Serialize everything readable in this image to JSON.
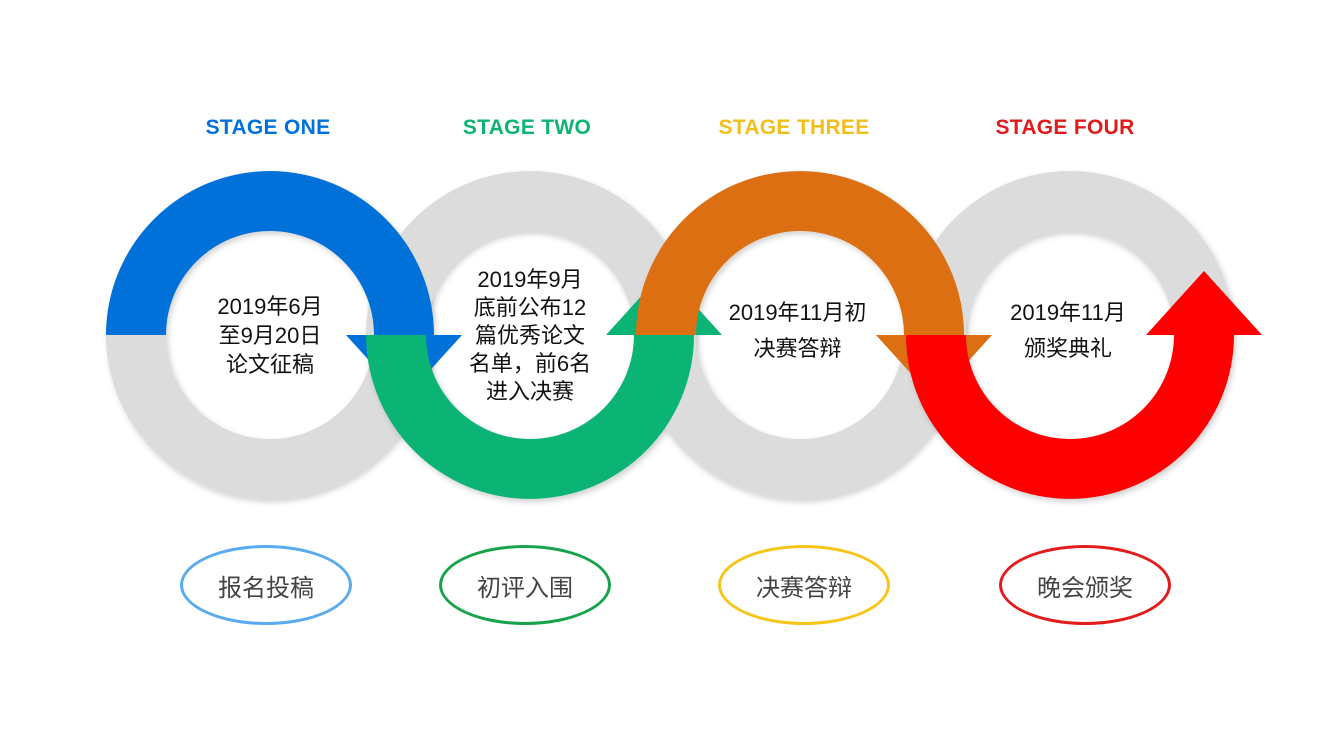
{
  "stages": [
    {
      "title": "STAGE ONE",
      "color": "#0070dd",
      "center_lines": [
        "2019年6月",
        "至9月20日",
        "论文征稿"
      ],
      "label": "报名投稿",
      "pill_color": "#5aaaf0"
    },
    {
      "title": "STAGE TWO",
      "color": "#0db372",
      "center_lines": [
        "2019年9月",
        "底前公布12",
        "篇优秀论文",
        "名单，前6名",
        "进入决赛"
      ],
      "label": "初评入围",
      "pill_color": "#16a34a"
    },
    {
      "title": "STAGE THREE",
      "color": "#f2be1a",
      "center_lines": [
        "2019年11月初",
        "决赛答辩"
      ],
      "label": "决赛答辩",
      "pill_color": "#f5c518"
    },
    {
      "title": "STAGE FOUR",
      "color": "#e01b1b",
      "center_lines": [
        "2019年11月",
        "颁奖典礼"
      ],
      "label": "晚会颁奖",
      "pill_color": "#e21b1b"
    }
  ],
  "arc_colors": {
    "ring": "#dcdcdc",
    "one": "#0071d9",
    "two": "#0bb474",
    "three": "#dc6f12",
    "four": "#ff0000"
  }
}
